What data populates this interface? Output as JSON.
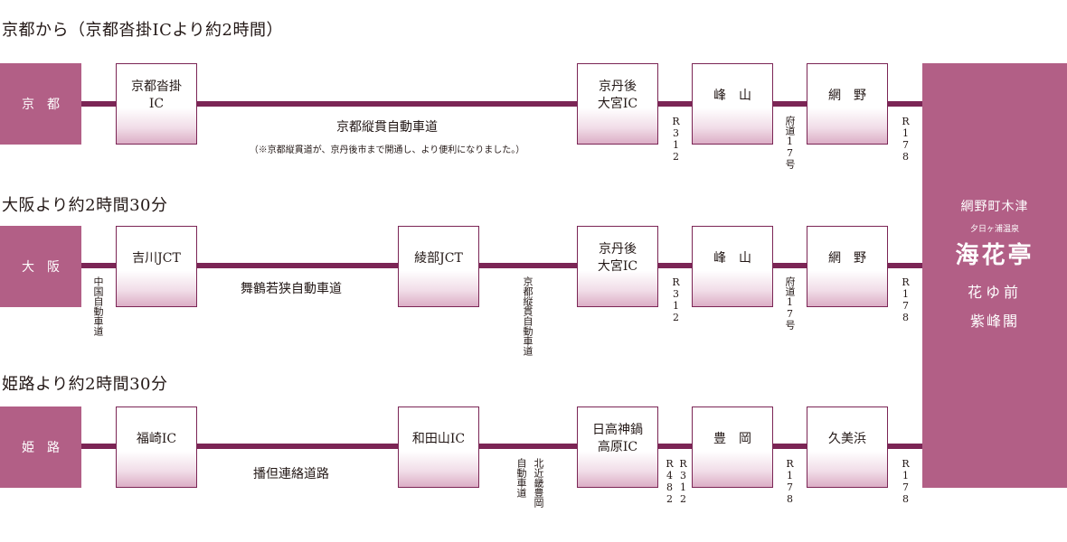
{
  "routes": [
    {
      "heading": "京都から（京都沓掛ICより約2時間）",
      "city": "京都",
      "nodes": [
        "京都沓掛\nIC",
        "京丹後\n大宮IC",
        "峰　山",
        "網　野"
      ],
      "road_name": "京都縦貫自動車道",
      "road_note": "（※京都縦貫道が、京丹後市まで開通し、より便利になりました。）",
      "segment_labels": [
        "R312",
        "府道17号",
        "R178"
      ]
    },
    {
      "heading": "大阪より約2時間30分",
      "city": "大阪",
      "nodes": [
        "吉川JCT",
        "綾部JCT",
        "京丹後\n大宮IC",
        "峰　山",
        "網　野"
      ],
      "road_name": "舞鶴若狭自動車道",
      "segment_labels": [
        "中国自動車道",
        "京都縦貫自動車道",
        "R312",
        "府道17号",
        "R178"
      ]
    },
    {
      "heading": "姫路より約2時間30分",
      "city": "姫路",
      "nodes": [
        "福崎IC",
        "和田山IC",
        "日高神鍋\n高原IC",
        "豊　岡",
        "久美浜"
      ],
      "road_name": "播但連絡道路",
      "segment_labels": [
        "北近畿豊岡",
        "自動車道",
        "R482",
        "R312",
        "R178",
        "R178"
      ]
    }
  ],
  "destination": {
    "town": "網野町木津",
    "onsen": "夕日ヶ浦温泉",
    "inn": "海花亭",
    "sub1": "花ゆ前",
    "sub2": "紫峰閣"
  },
  "colors": {
    "line": "#7b2555",
    "city_fill": "#b25f86"
  }
}
